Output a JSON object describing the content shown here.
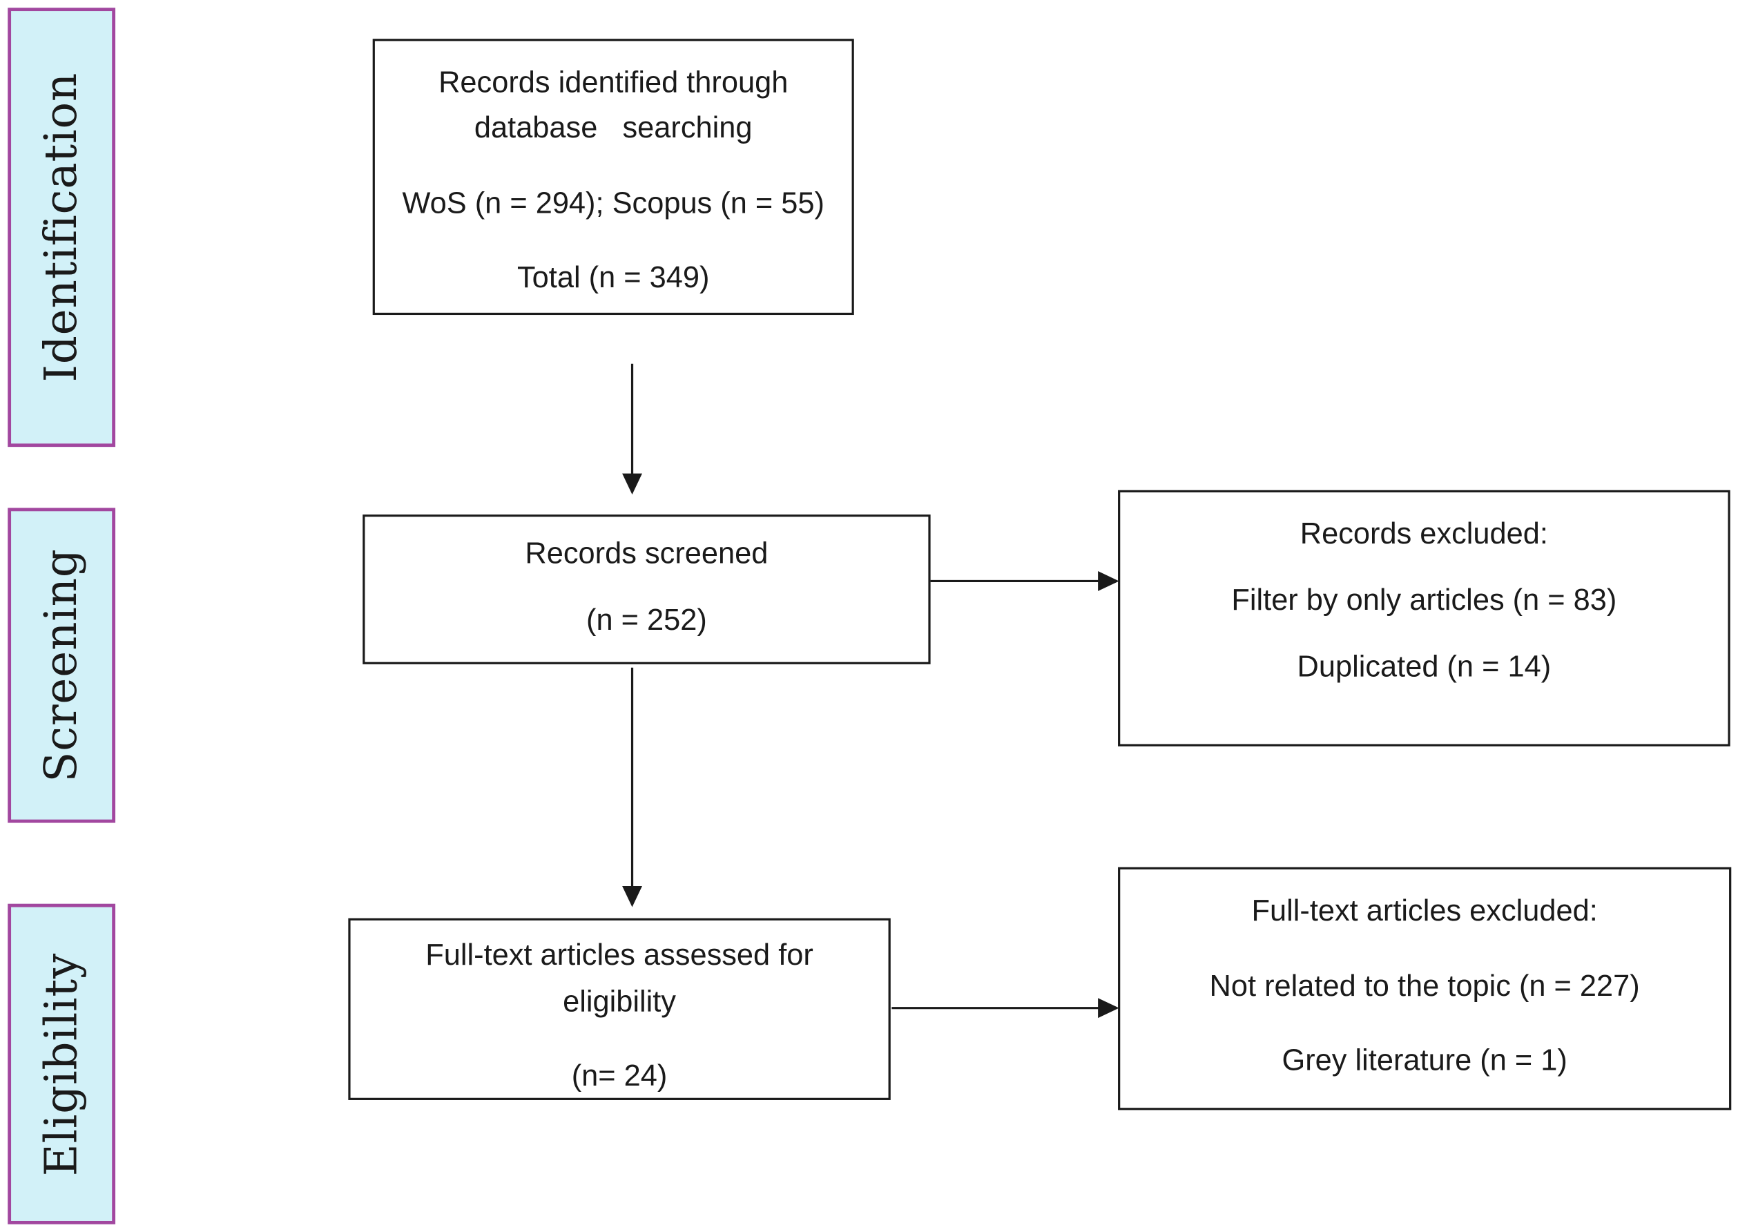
{
  "phases": {
    "identification": "Identification",
    "screening": "Screening",
    "eligibility": "Eligibility"
  },
  "boxes": {
    "identified": {
      "line1": "Records identified through",
      "line2": "database   searching",
      "line3": "WoS (n = 294); Scopus (n = 55)",
      "line4": "Total (n = 349)"
    },
    "screened": {
      "line1": "Records screened",
      "line2": "(n = 252)"
    },
    "excluded": {
      "line1": "Records excluded:",
      "line2": "Filter by only articles (n = 83)",
      "line3": "Duplicated (n = 14)"
    },
    "fulltext": {
      "line1": "Full-text articles assessed for",
      "line2": "eligibility",
      "line3": "(n= 24)"
    },
    "fulltext_excluded": {
      "line1": "Full-text articles excluded:",
      "line2": "Not related to the topic (n = 227)",
      "line3": "Grey literature (n = 1)"
    }
  },
  "colors": {
    "phase_fill": "#d2f1f8",
    "phase_border": "#a2479f",
    "line": "#1a1a1a"
  }
}
